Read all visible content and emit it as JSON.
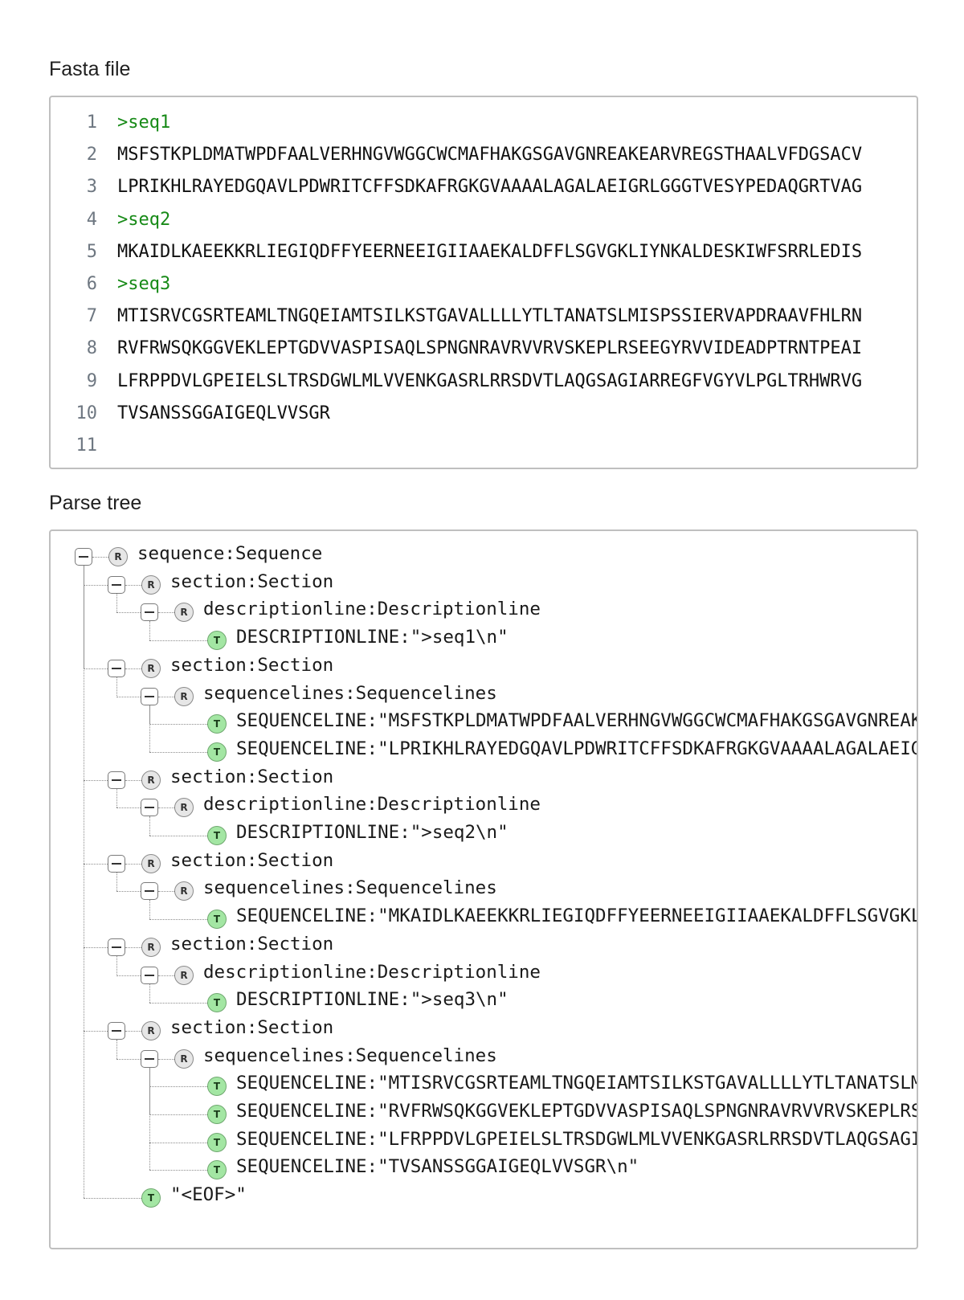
{
  "fasta_section": {
    "title": "Fasta file",
    "lines": [
      {
        "no": "1",
        "text": ">seq1",
        "kind": "header"
      },
      {
        "no": "2",
        "text": "MSFSTKPLDMATWPDFAALVERHNGVWGGCWCMAFHAKGSGAVGNREAKEARVREGSTHAALVFDGSACV",
        "kind": "seq"
      },
      {
        "no": "3",
        "text": "LPRIKHLRAYEDGQAVLPDWRITCFFSDKAFRGKGVAAAALAGALAEIGRLGGGTVESYPEDAQGRTVAG",
        "kind": "seq"
      },
      {
        "no": "4",
        "text": ">seq2",
        "kind": "header"
      },
      {
        "no": "5",
        "text": "MKAIDLKAEEKKRLIEGIQDFFYEERNEEIGIIAAEKALDFFLSGVGKLIYNKALDESKIWFSRRLEDIS",
        "kind": "seq"
      },
      {
        "no": "6",
        "text": ">seq3",
        "kind": "header"
      },
      {
        "no": "7",
        "text": "MTISRVCGSRTEAMLTNGQEIAMTSILKSTGAVALLLLYTLTANATSLMISPSSIERVAPDRAAVFHLRN",
        "kind": "seq"
      },
      {
        "no": "8",
        "text": "RVFRWSQKGGVEKLEPTGDVVASPISAQLSPNGNRAVRVVRVSKEPLRSEEGYRVVIDEADPTRNTPEAI",
        "kind": "seq"
      },
      {
        "no": "9",
        "text": "LFRPPDVLGPEIELSLTRSDGWLMLVVENKGASRLRRSDVTLAQGSAGIARREGFVGYVLPGLTRHWRVG",
        "kind": "seq"
      },
      {
        "no": "10",
        "text": "TVSANSSGGAIGEQLVVSGR",
        "kind": "seq"
      },
      {
        "no": "11",
        "text": "",
        "kind": "seq"
      }
    ]
  },
  "tree_section": {
    "title": "Parse tree",
    "nodes": [
      {
        "depth": 0,
        "type": "R",
        "label": "sequence:Sequence",
        "expandable": true
      },
      {
        "depth": 1,
        "type": "R",
        "label": "section:Section",
        "expandable": true
      },
      {
        "depth": 2,
        "type": "R",
        "label": "descriptionline:Descriptionline",
        "expandable": true
      },
      {
        "depth": 3,
        "type": "T",
        "label": "DESCRIPTIONLINE:\">seq1\\n\"",
        "expandable": false
      },
      {
        "depth": 1,
        "type": "R",
        "label": "section:Section",
        "expandable": true
      },
      {
        "depth": 2,
        "type": "R",
        "label": "sequencelines:Sequencelines",
        "expandable": true
      },
      {
        "depth": 3,
        "type": "T",
        "label": "SEQUENCELINE:\"MSFSTKPLDMATWPDFAALVERHNGVWGGCWCMAFHAKGSGAVGNREAKEARV",
        "expandable": false
      },
      {
        "depth": 3,
        "type": "T",
        "label": "SEQUENCELINE:\"LPRIKHLRAYEDGQAVLPDWRITCFFSDKAFRGKGVAAAALAGALAEIGRLGGG",
        "expandable": false
      },
      {
        "depth": 1,
        "type": "R",
        "label": "section:Section",
        "expandable": true
      },
      {
        "depth": 2,
        "type": "R",
        "label": "descriptionline:Descriptionline",
        "expandable": true
      },
      {
        "depth": 3,
        "type": "T",
        "label": "DESCRIPTIONLINE:\">seq2\\n\"",
        "expandable": false
      },
      {
        "depth": 1,
        "type": "R",
        "label": "section:Section",
        "expandable": true
      },
      {
        "depth": 2,
        "type": "R",
        "label": "sequencelines:Sequencelines",
        "expandable": true
      },
      {
        "depth": 3,
        "type": "T",
        "label": "SEQUENCELINE:\"MKAIDLKAEEKKRLIEGIQDFFYEERNEEIGIIAAEKALDFFLSGVGKLIYNKA",
        "expandable": false
      },
      {
        "depth": 1,
        "type": "R",
        "label": "section:Section",
        "expandable": true
      },
      {
        "depth": 2,
        "type": "R",
        "label": "descriptionline:Descriptionline",
        "expandable": true
      },
      {
        "depth": 3,
        "type": "T",
        "label": "DESCRIPTIONLINE:\">seq3\\n\"",
        "expandable": false
      },
      {
        "depth": 1,
        "type": "R",
        "label": "section:Section",
        "expandable": true
      },
      {
        "depth": 2,
        "type": "R",
        "label": "sequencelines:Sequencelines",
        "expandable": true
      },
      {
        "depth": 3,
        "type": "T",
        "label": "SEQUENCELINE:\"MTISRVCGSRTEAMLTNGQEIAMTSILKSTGAVALLLLYTLTANATSLMISPS",
        "expandable": false
      },
      {
        "depth": 3,
        "type": "T",
        "label": "SEQUENCELINE:\"RVFRWSQKGGVEKLEPTGDVVASPISAQLSPNGNRAVRVVRVSKEPLRSEEGY",
        "expandable": false
      },
      {
        "depth": 3,
        "type": "T",
        "label": "SEQUENCELINE:\"LFRPPDVLGPEIELSLTRSDGWLMLVVENKGASRLRRSDVTLAQGSAGIARREG",
        "expandable": false
      },
      {
        "depth": 3,
        "type": "T",
        "label": "SEQUENCELINE:\"TVSANSSGGAIGEQLVVSGR\\n\"",
        "expandable": false
      },
      {
        "depth": 1,
        "type": "T",
        "label": "\"<EOF>\"",
        "expandable": false
      }
    ]
  },
  "icons": {
    "rule_letter": "R",
    "token_letter": "T"
  },
  "colors": {
    "header_line": "#178a17",
    "token_node": "#a3e6a3",
    "rule_node": "#e6e6e6",
    "line_number": "#6e7781"
  }
}
